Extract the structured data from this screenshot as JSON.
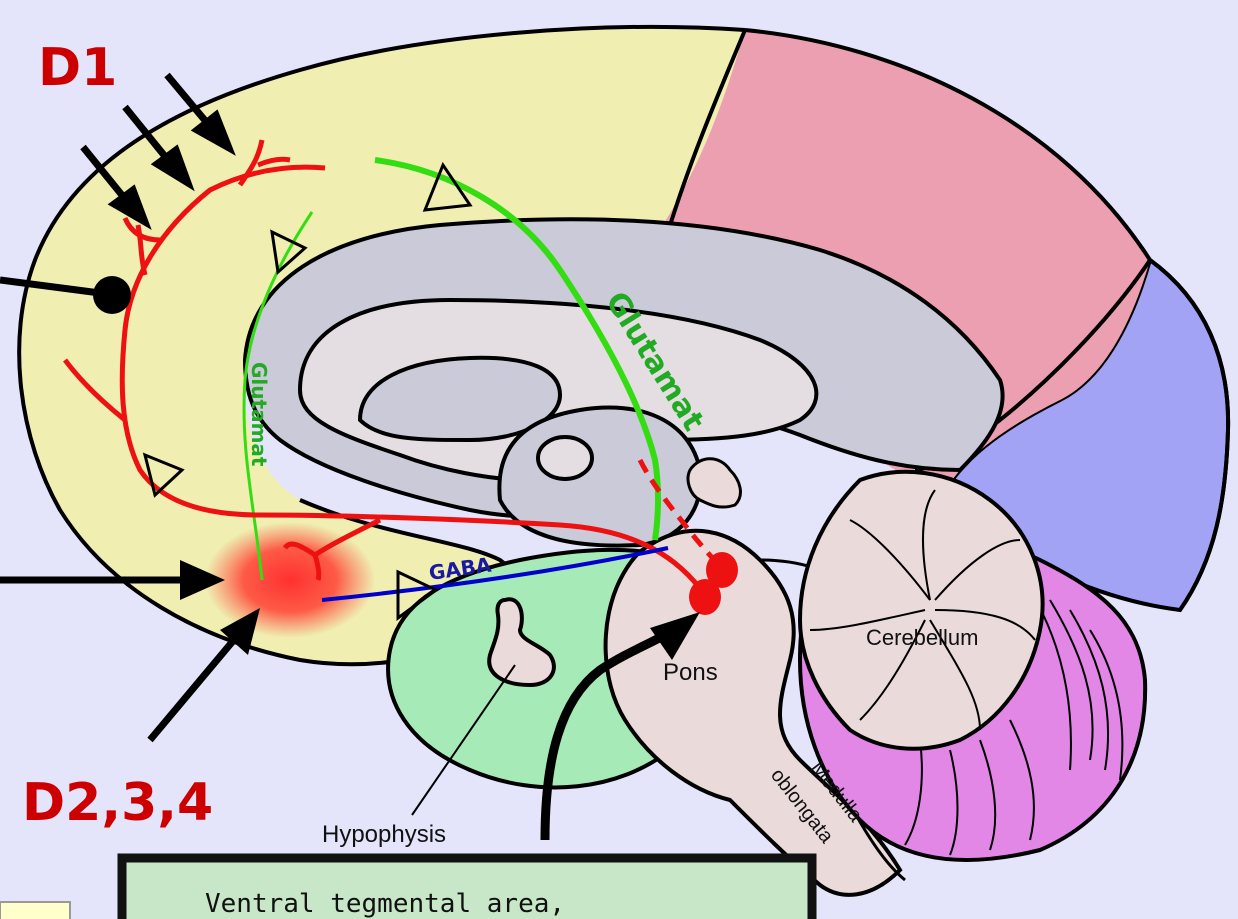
{
  "receptors": {
    "d1": "D1",
    "d234": "D2,3,4"
  },
  "pathways": {
    "glutamate_frontal": "Glutamat",
    "glutamate_cortical": "Glutamat",
    "gaba": "GABA"
  },
  "structures": {
    "cerebellum": "Cerebellum",
    "pons": "Pons",
    "medulla_line1": "Medulla",
    "medulla_line2": "oblongata",
    "hypophysis": "Hypophysis"
  },
  "vta_box": {
    "text": "Ventral tegmental area,"
  },
  "colors": {
    "background": "#e4e4fa",
    "frontal_lobe": "#f0eeb0",
    "parietal_lobe": "#ec9fb0",
    "occipital_lobe": "#a3a3f5",
    "cerebellum_cortex": "#e287e6",
    "brainstem": "#eadada",
    "hypothalamus": "#a6eab8",
    "corpus_callosum": "#cacad8",
    "dopamine_path": "#ee1111",
    "glutamate_path": "#33dd11",
    "gaba_path": "#0000cc",
    "vta_box_fill": "#c8e6c8"
  }
}
